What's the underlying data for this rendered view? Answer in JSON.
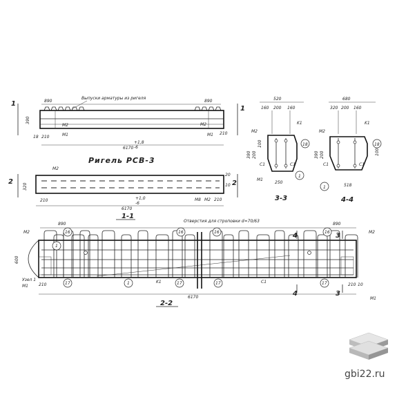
{
  "drawing": {
    "title": "Ригель РСВ-3",
    "elevation": {
      "top_note": "Выпуски арматуры из ригеля",
      "dims": {
        "left_top": "890",
        "right_top": "890",
        "left_bottom": "210",
        "right_bottom": "210",
        "length": "6170",
        "height": "390",
        "plan_len": "6170",
        "plan_left": "210",
        "plan_right": "210",
        "plan_width": "320"
      },
      "cut_marks": [
        "1",
        "1",
        "2",
        "2"
      ],
      "labels": {
        "m2_a": "M2",
        "m1_a": "M1",
        "m2_b": "M2",
        "m1_b": "M1",
        "m2_c": "M2",
        "m2_d": "M2",
        "m8": "M8",
        "n1": "18",
        "n2": "10",
        "n3": "20",
        "frac1": "+1,8",
        "frac2": "-6",
        "frac3": "+1,0",
        "frac4": "-6",
        "left_b": "18",
        "left_b2": "20"
      }
    },
    "section33": {
      "caption": "3-3",
      "dims": {
        "top": "520",
        "sub1": "160",
        "sub2": "200",
        "sub3": "160",
        "bot": "250",
        "h1": "390",
        "h2": "200",
        "h3": "100"
      },
      "labels": {
        "k1": "K1",
        "m2": "M2",
        "m1": "M1",
        "c1a": "C1",
        "c1b": "C1",
        "n18": "18",
        "n1": "1"
      }
    },
    "section44": {
      "caption": "4-4",
      "dims": {
        "top": "680",
        "sub1": "320",
        "sub2": "200",
        "sub3": "160",
        "bot": "518",
        "h1": "390",
        "h2": "200",
        "h3": "100"
      },
      "labels": {
        "k1": "K1",
        "m2": "M2",
        "c1a": "C1",
        "c1b": "C1",
        "n18": "18",
        "n1": "1"
      }
    },
    "section11": {
      "caption": "1-1",
      "note": "Отверстия для строповки d=70/63",
      "dims": {
        "left_top": "890",
        "right_top": "890",
        "length": "6170",
        "left_bottom": "210",
        "right_bottom": "210",
        "height": "600",
        "extra": "10"
      },
      "labels": {
        "m2_left": "M2",
        "m1_left": "M1",
        "m2_right": "M2",
        "m1_right": "M1",
        "k1": "K1",
        "c1": "C1",
        "detail": "Узел 1",
        "cut4a": "4",
        "cut4b": "4",
        "cut3a": "3",
        "cut3b": "3"
      },
      "callouts": [
        "16",
        "16",
        "16",
        "16",
        "17",
        "17",
        "17",
        "17",
        "1",
        "1"
      ]
    },
    "section22": {
      "caption": "2-2"
    }
  },
  "logo": {
    "text": "gbi22.ru",
    "icon": "stacked-slabs-icon"
  }
}
